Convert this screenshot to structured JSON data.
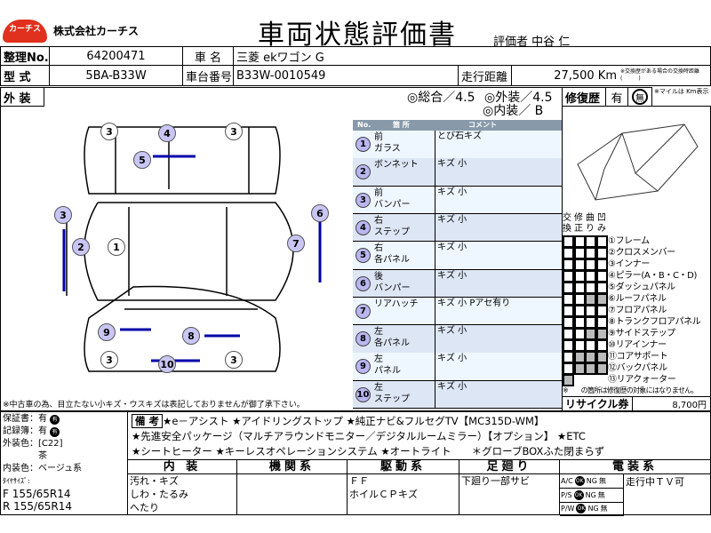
{
  "header": {
    "logo": "カーチス",
    "company": "株式会社カーチス",
    "title": "車両状態評価書",
    "evaluator": "評価者 中谷 仁"
  },
  "info": {
    "no_label": "整理No.",
    "no": "64200471",
    "name_label": "車 名",
    "name": "三菱 ekワゴン G",
    "model_label": "型 式",
    "model": "5BA-B33W",
    "chassis_label": "車台番号",
    "chassis": "B33W-0010549",
    "mileage_label": "走行距離",
    "mileage": "27,500 Km",
    "mileage_note": "※交換歴がある場合の交換時距離(　　　)"
  },
  "exterior": {
    "label": "外 装",
    "overall": "◎総合／4.5",
    "ext": "◎外装／4.5",
    "int": "◎内装／ B",
    "footnote": "※中古車の為、目立たない小キズ・ウスキズは表記しておりませんが御了承下さい。"
  },
  "repair": {
    "label": "修復歴",
    "yes": "有",
    "no": "無",
    "note": "※マイルは Km表示"
  },
  "table": {
    "headers": [
      "No.",
      "箇 所",
      "コメント"
    ],
    "rows": [
      {
        "no": "1",
        "loc": "前\nガラス",
        "comment": "とび石キズ"
      },
      {
        "no": "2",
        "loc": "ボンネット",
        "comment": "キズ 小"
      },
      {
        "no": "3",
        "loc": "前\nバンパー",
        "comment": "キズ 小"
      },
      {
        "no": "4",
        "loc": "右\nステップ",
        "comment": "キズ 小"
      },
      {
        "no": "5",
        "loc": "右\n各パネル",
        "comment": "キズ 小"
      },
      {
        "no": "6",
        "loc": "後\nバンパー",
        "comment": "キズ 小"
      },
      {
        "no": "7",
        "loc": "リアハッチ",
        "comment": "キズ 小 Pアセ有り"
      },
      {
        "no": "8",
        "loc": "左\n各パネル",
        "comment": "キズ 小"
      },
      {
        "no": "9",
        "loc": "左\nパネル",
        "comment": "キズ 小"
      },
      {
        "no": "10",
        "loc": "左\nステップ",
        "comment": "キズ 小"
      }
    ]
  },
  "frame": {
    "cols": [
      "交換",
      "修正",
      "曲り",
      "凹み"
    ],
    "items": [
      "①フレーム",
      "②クロスメンバー",
      "③インナー",
      "④ピラー(A・B・C・D)",
      "⑤ダッシュパネル",
      "⑥ルーフパネル",
      "⑦フロアパネル",
      "⑧トランクフロアパネル",
      "⑨サイドステップ",
      "⑩リアインナー",
      "⑪コアサポート",
      "⑫バックパネル",
      "⑬リアクォーター"
    ],
    "note": "※　　の箇所は修復歴の対象にはなりません。"
  },
  "recycle": {
    "label": "リサイクル券",
    "value": "8,700円"
  },
  "left": {
    "warranty": "保証書：有",
    "records": "記録簿：有",
    "color_label": "外装色：[C22]",
    "color": "茶",
    "interior_color": "内装色：ベージュ系",
    "tire_label": "ﾀｲﾔｻｲｽﾞ:",
    "tire_f": "F 155/65R14",
    "tire_r": "R 155/65R14"
  },
  "remarks": {
    "label": "備 考",
    "lines": [
      "★e－アシスト ★アイドリングストップ ★純正ナビ&フルセグTV【MC315D-WM】",
      "★先進安全パッケージ（マルチアラウンドモニター／デジタルルームミラー）【オプション】 ★ETC",
      "★シートヒーター ★キーレスオペレーションシステム ★オートライト　　＊グローブBOXふた閉まらず"
    ]
  },
  "categories": {
    "interior": {
      "label": "内 装",
      "lines": [
        "汚れ・キズ",
        "しわ・たるみ",
        "へたり"
      ]
    },
    "engine": {
      "label": "機関系"
    },
    "drive": {
      "label": "駆動系",
      "lines": [
        "ＦＦ",
        "ホイルＣＰキズ"
      ]
    },
    "suspension": {
      "label": "足廻り",
      "lines": [
        "下廻り一部サビ"
      ]
    },
    "electrical": {
      "label": "電装系",
      "rows": [
        {
          "k": "A/C",
          "ok": "OK",
          "ng": "NG",
          "none": "無"
        },
        {
          "k": "P/S",
          "ok": "OK",
          "ng": "NG",
          "none": "無"
        },
        {
          "k": "P/W",
          "ok": "OK",
          "ng": "NG",
          "none": "無"
        }
      ],
      "note": "走行中ＴＶ可"
    }
  }
}
